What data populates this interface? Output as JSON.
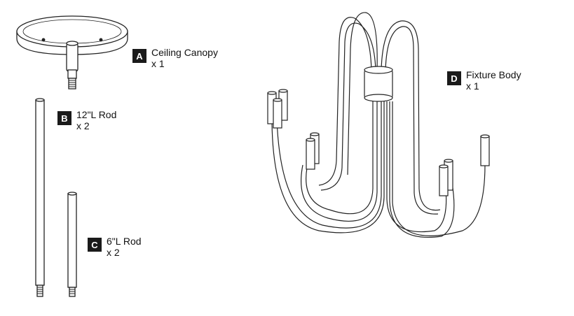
{
  "parts": [
    {
      "letter": "A",
      "name": "Ceiling Canopy",
      "qty": "x 1"
    },
    {
      "letter": "B",
      "name": "12\"L Rod",
      "qty": "x 2"
    },
    {
      "letter": "C",
      "name": "6\"L Rod",
      "qty": "x 2"
    },
    {
      "letter": "D",
      "name": "Fixture Body",
      "qty": "x 1"
    }
  ],
  "colors": {
    "badge": "#1a1a1a",
    "line": "#222222"
  }
}
